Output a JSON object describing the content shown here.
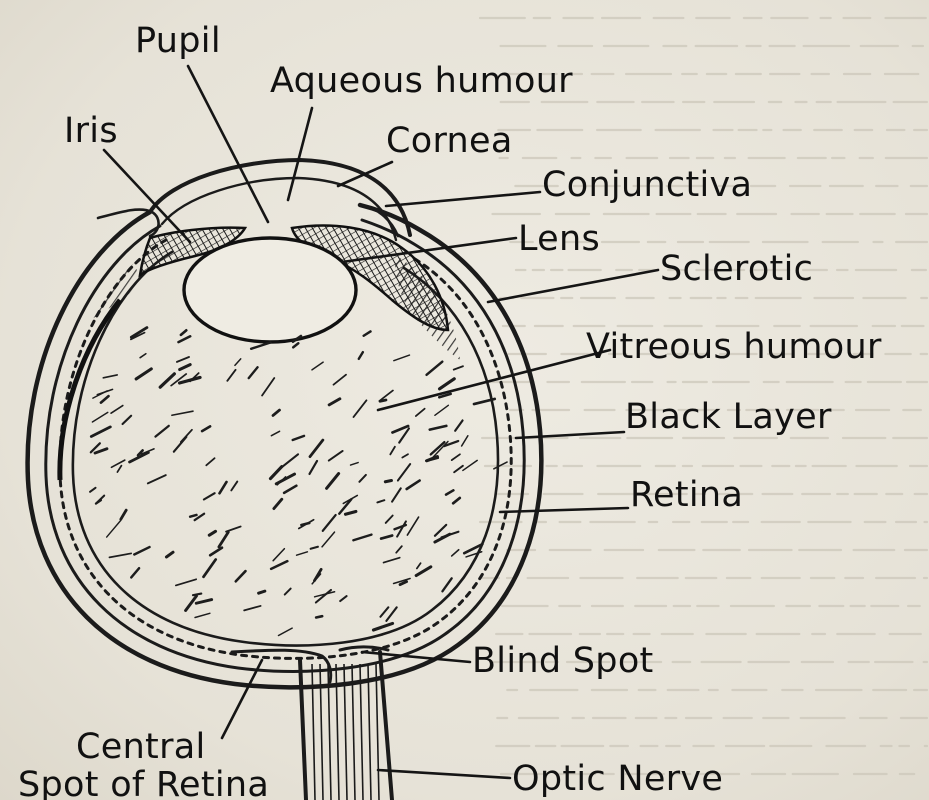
{
  "labels": {
    "pupil": "Pupil",
    "aqueous_humour": "Aqueous humour",
    "iris": "Iris",
    "cornea": "Cornea",
    "conjunctiva": "Conjunctiva",
    "lens": "Lens",
    "sclerotic": "Sclerotic",
    "vitreous_humour": "Vitreous humour",
    "black_layer": "Black Layer",
    "retina": "Retina",
    "blind_spot": "Blind Spot",
    "central_spot_line1": "Central",
    "central_spot_line2": "Spot of Retina",
    "optic_nerve": "Optic Nerve"
  },
  "colors": {
    "paper": "#e9e6dc",
    "ink": "#151515",
    "faded_text": "#c9c4b7"
  }
}
